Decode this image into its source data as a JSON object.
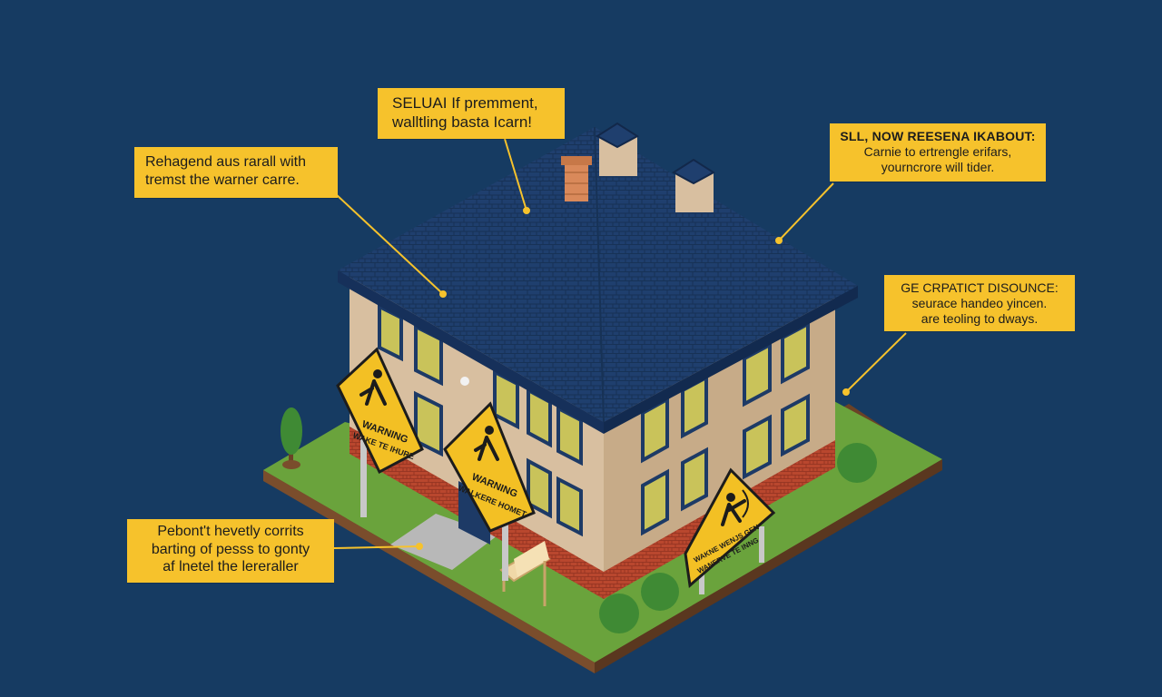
{
  "colors": {
    "background": "#163b62",
    "callout_fill": "#f6c22c",
    "leader_line": "#f6c22c",
    "roof": "#1f3f6e",
    "wall": "#d8bfa0",
    "brick": "#b9472e",
    "grass": "#6aa33c",
    "sign": "#f3c024"
  },
  "callouts": {
    "top": {
      "line1": "SELUAI If premment,",
      "line2": "walltling basta Icarn!"
    },
    "left": {
      "line1": "Rehagend aus rarall with",
      "line2": "tremst the warner carre."
    },
    "right_top": {
      "line1": "SLL, NOW REESENA IKABOUT:",
      "line2": "Carnie to ertrengle erifars,",
      "line3": "yourncrore will tider."
    },
    "right_mid": {
      "line1": "GE CRPATICT DISOUNCE:",
      "line2": "seurace handeo yincen.",
      "line3": "are teoling to dways."
    },
    "bottom_left": {
      "line1": "Pebont't hevetly corrits",
      "line2": "barting of pesss to gonty",
      "line3": "af lnetel the lereraller"
    }
  },
  "signs": {
    "left": {
      "line1": "WARNING",
      "line2": "WAKE TE IHURE"
    },
    "center": {
      "line1": "WARNING",
      "line2": "WALKERE HOMET"
    },
    "right": {
      "line1": "WAKNE WENJS GEN",
      "line2": "WANERVE TE INNG"
    }
  },
  "icons": [
    "warning-pedestrian-icon",
    "warning-pedestrian-icon",
    "warning-archer-icon"
  ]
}
